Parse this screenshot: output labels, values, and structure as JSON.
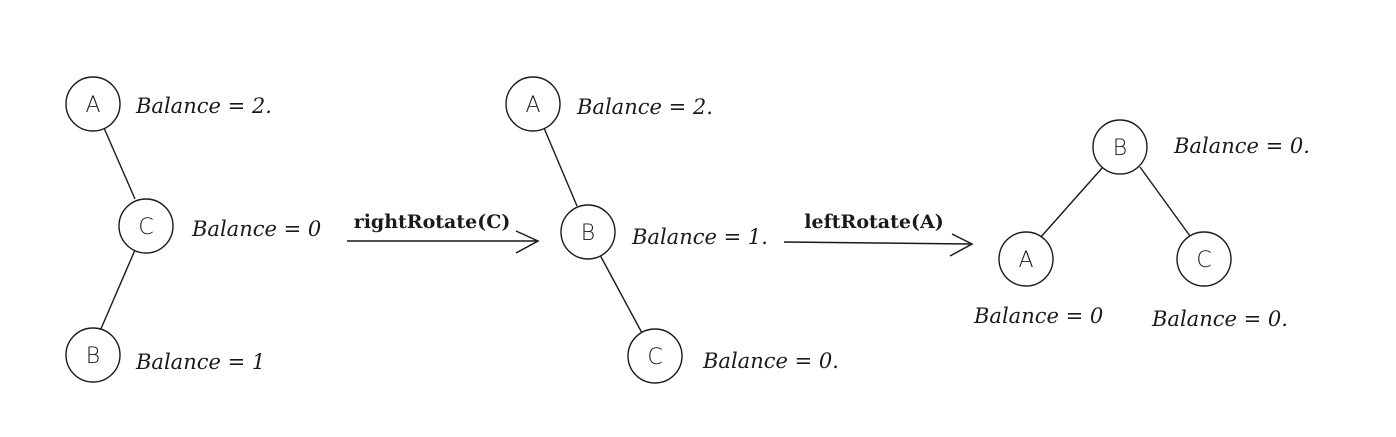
{
  "trees": [
    {
      "nodes": [
        {
          "letter": "A",
          "balance": "Balance = 2."
        },
        {
          "letter": "C",
          "balance": "Balance = 0"
        },
        {
          "letter": "B",
          "balance": "Balance = 1"
        }
      ]
    },
    {
      "nodes": [
        {
          "letter": "A",
          "balance": "Balance = 2."
        },
        {
          "letter": "B",
          "balance": "Balance = 1."
        },
        {
          "letter": "C",
          "balance": "Balance = 0."
        }
      ]
    },
    {
      "nodes": [
        {
          "letter": "B",
          "balance": "Balance = 0."
        },
        {
          "letter": "A",
          "balance": "Balance = 0"
        },
        {
          "letter": "C",
          "balance": "Balance = 0."
        }
      ]
    }
  ],
  "operations": [
    {
      "label": "rightRotate(C)"
    },
    {
      "label": "leftRotate(A)"
    }
  ]
}
